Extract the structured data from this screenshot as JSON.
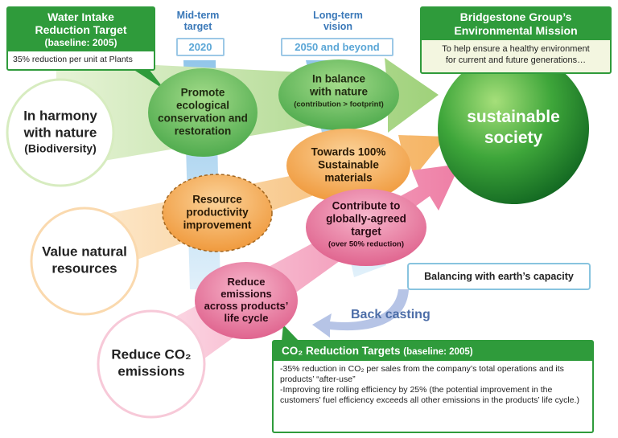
{
  "header": {
    "mid_term": "Mid-term\ntarget",
    "long_term": "Long-term\nvision",
    "year_mid": "2020",
    "year_long": "2050 and beyond"
  },
  "water_target": {
    "title": "Water Intake\nReduction Target",
    "baseline": "(baseline: 2005)",
    "detail": "35% reduction per unit at Plants"
  },
  "mission": {
    "title": "Bridgestone Group’s\nEnvironmental Mission",
    "text": "To help ensure a healthy environment\nfor current and future generations…"
  },
  "goal": {
    "label": "sustainable\nsociety"
  },
  "pillars": [
    {
      "label": "In harmony\nwith nature",
      "sub": "(Biodiversity)"
    },
    {
      "label": "Value natural\nresources",
      "sub": ""
    },
    {
      "label": "Reduce CO₂\nemissions",
      "sub": ""
    }
  ],
  "mid_targets": [
    {
      "label": "Promote\necological\nconservation and\nrestoration"
    },
    {
      "label": "Resource\nproductivity\nimprovement"
    },
    {
      "label": "Reduce\nemissions\nacross products’\nlife cycle"
    }
  ],
  "long_visions": [
    {
      "label": "In balance\nwith nature",
      "sub": "(contribution > footprint)"
    },
    {
      "label": "Towards 100%\nSustainable\nmaterials",
      "sub": ""
    },
    {
      "label": "Contribute to\nglobally-agreed\ntarget",
      "sub": "(over 50% reduction)"
    }
  ],
  "balance_label": "Balancing with earth’s capacity",
  "backcasting_label": "Back casting",
  "co2_target": {
    "title": "CO₂ Reduction Targets",
    "baseline": "(baseline: 2005)",
    "items": [
      "-35% reduction in CO₂ per sales from the company’s total operations and its products’ “after-use”",
      "-Improving tire rolling efficiency by 25% (the potential improvement in the customers’ fuel efficiency exceeds all other emissions in the products’ life cycle.)"
    ]
  },
  "colors": {
    "green": "#2f9b3b",
    "arrow_green": "#b7dc8c",
    "arrow_orange": "#f8c27c",
    "arrow_pink": "#f59ab8",
    "blue_band": "#a9d3ee",
    "oval_green": "#5cb85c",
    "oval_orange": "#f2a24a",
    "oval_pink": "#e56a96"
  }
}
